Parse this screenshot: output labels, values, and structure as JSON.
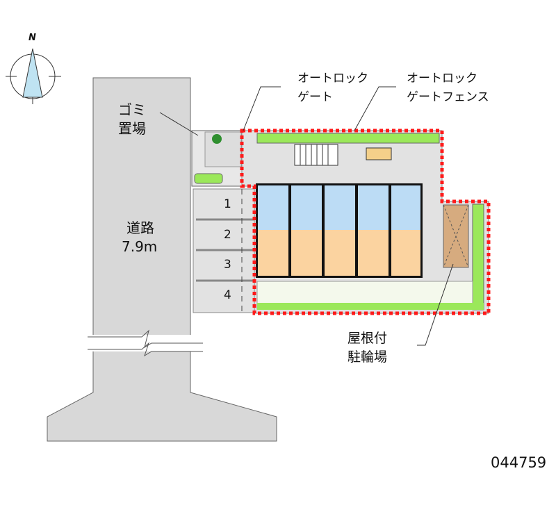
{
  "compass": {
    "north_label": "N"
  },
  "labels": {
    "garbage_line1": "ゴミ",
    "garbage_line2": "置場",
    "road_line1": "道路",
    "road_line2": "7.9m",
    "autolock_gate_line1": "オートロック",
    "autolock_gate_line2": "ゲート",
    "autolock_fence_line1": "オートロック",
    "autolock_fence_line2": "ゲートフェンス",
    "bike_line1": "屋根付",
    "bike_line2": "駐輪場"
  },
  "parking": [
    "1",
    "2",
    "3",
    "4"
  ],
  "property_id": "044759",
  "colors": {
    "boundary": "#ff1a1a",
    "road": "#d8d8d8",
    "green": "#9be85a",
    "unit_wet": "#bcdcf5",
    "unit_room": "#fbd3a0",
    "bike_shed": "#d6ab7f"
  }
}
